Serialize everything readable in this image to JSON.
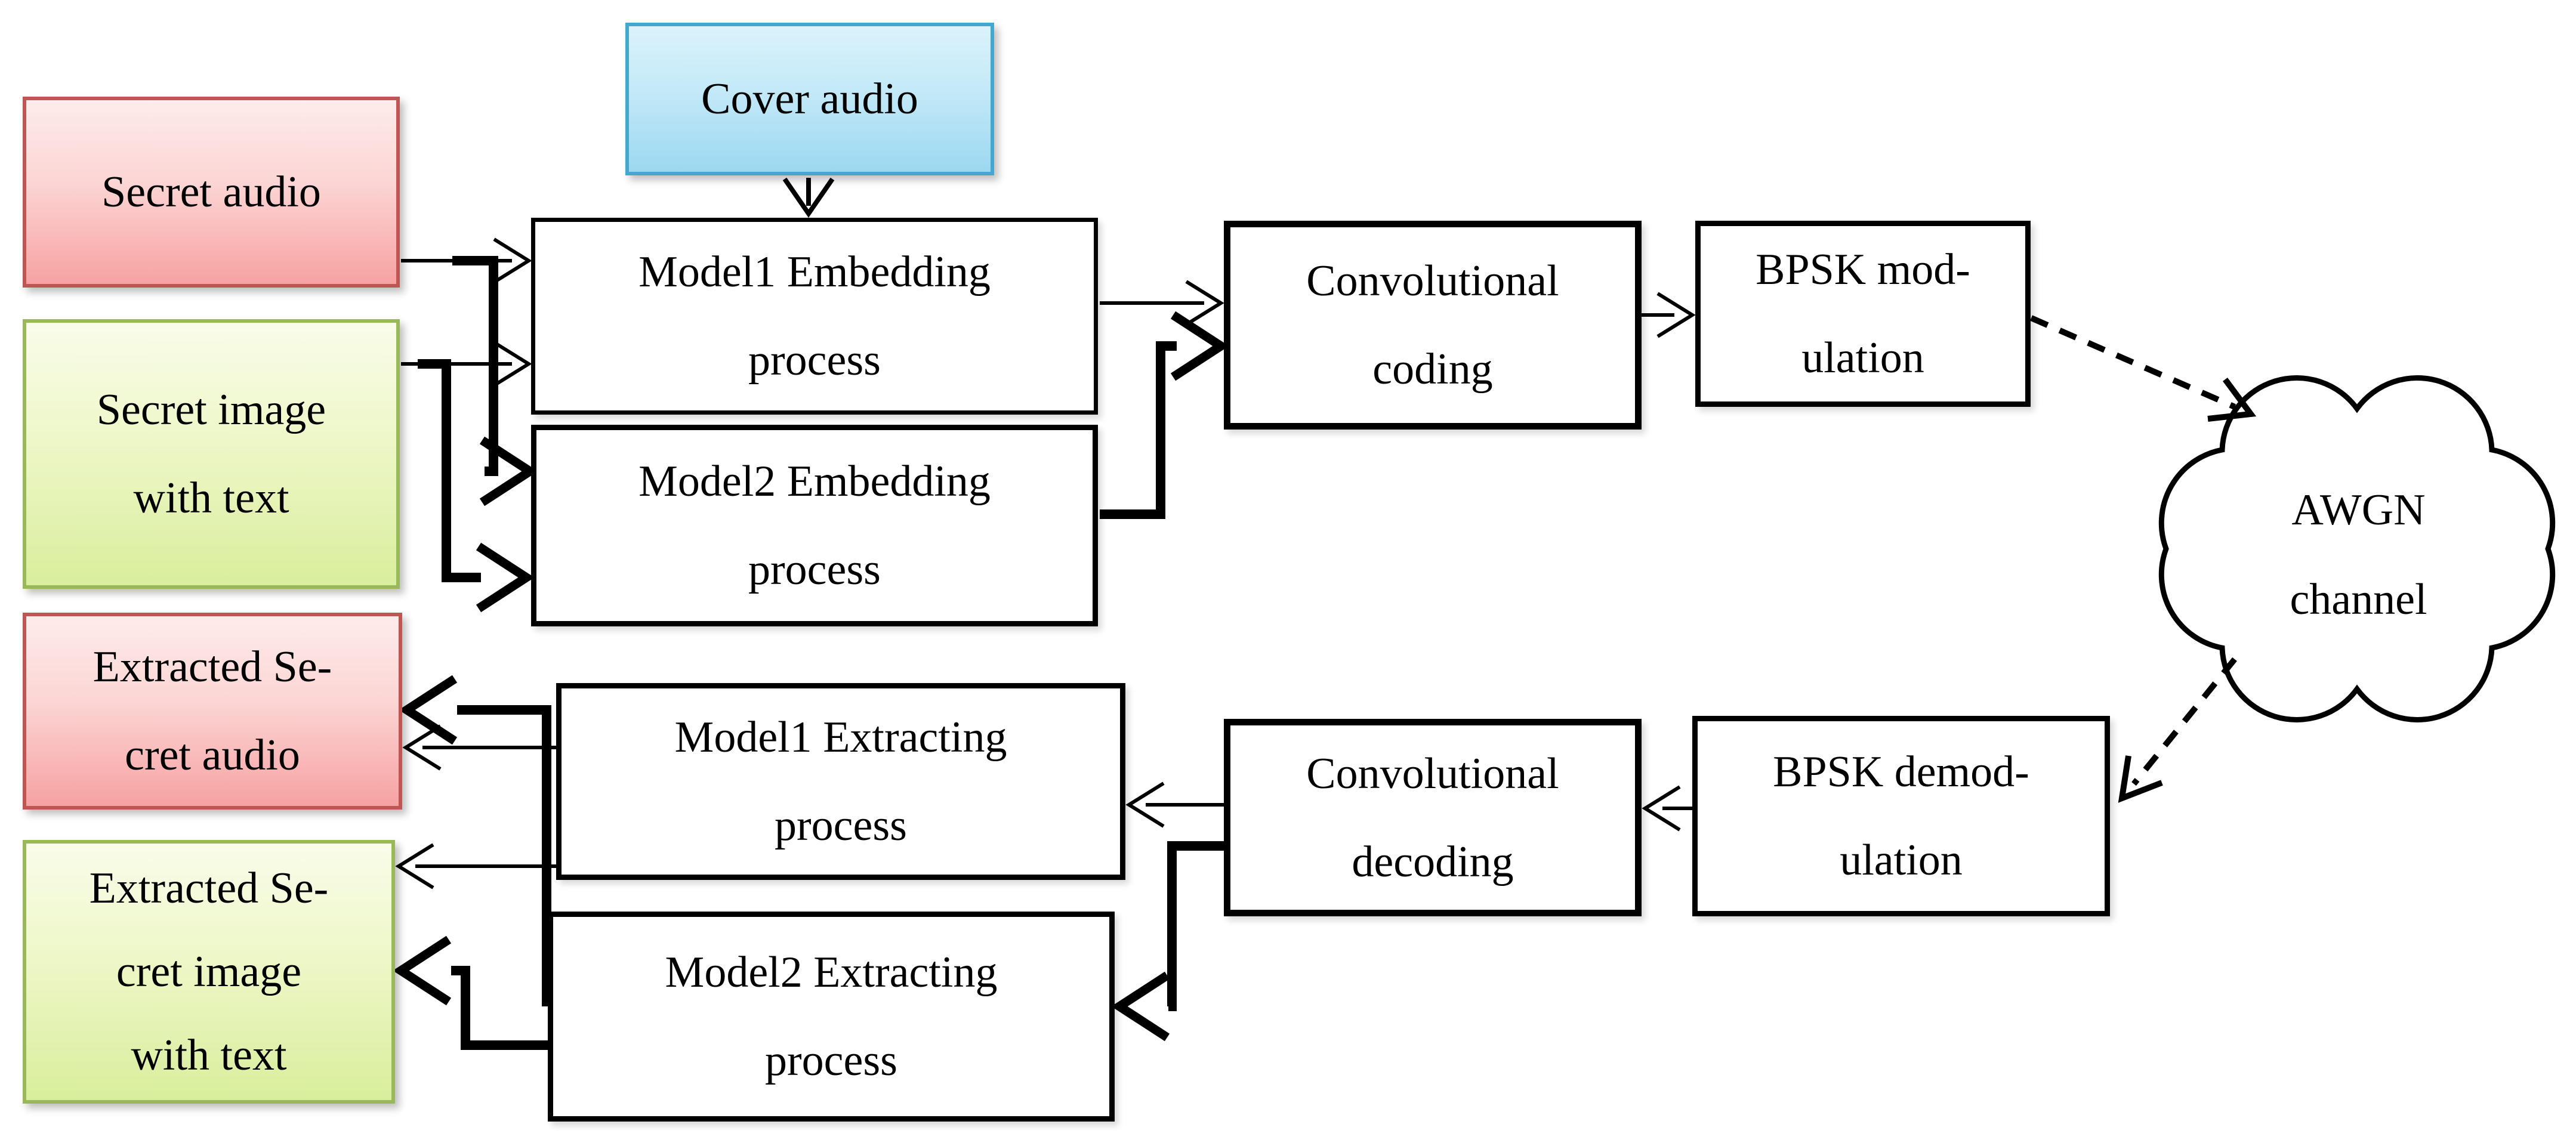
{
  "figure": {
    "type": "block-diagram",
    "title_semantic": "Audio steganography embedding/extraction system over AWGN channel"
  },
  "boxes": {
    "secret_audio": {
      "line1": "Secret audio"
    },
    "secret_image": {
      "line1": "Secret image",
      "line2": "with text"
    },
    "cover_audio": {
      "line1": "Cover audio"
    },
    "model1_embed": {
      "line1": "Model1 Embedding",
      "line2": "process"
    },
    "model2_embed": {
      "line1": "Model2 Embedding",
      "line2": "process"
    },
    "conv_coding": {
      "line1": "Convolutional",
      "line2": "coding"
    },
    "bpsk_mod": {
      "line1": "BPSK mod-",
      "line2": "ulation"
    },
    "awgn": {
      "line1": "AWGN",
      "line2": "channel"
    },
    "bpsk_demod": {
      "line1": "BPSK demod-",
      "line2": "ulation"
    },
    "conv_decoding": {
      "line1": "Convolutional",
      "line2": "decoding"
    },
    "model1_extract": {
      "line1": "Model1 Extracting",
      "line2": "process"
    },
    "model2_extract": {
      "line1": "Model2 Extracting",
      "line2": "process"
    },
    "extracted_audio": {
      "line1": "Extracted Se-",
      "line2": "cret audio"
    },
    "extracted_image": {
      "line1": "Extracted Se-",
      "line2": "cret image",
      "line3": "with text"
    }
  },
  "colors": {
    "pink_border": "#bf5654",
    "pink_fill_top": "#fdeceb",
    "pink_fill_bottom": "#f6a2a2",
    "green_border": "#9ab75a",
    "green_fill_top": "#f9fcea",
    "green_fill_bottom": "#d9ee9d",
    "cyan_border": "#46a7cd",
    "cyan_fill_top": "#dbf2fb",
    "cyan_fill_bottom": "#9cd8f0",
    "process_box_border": "#000000",
    "connector_color": "#000000",
    "background": "#ffffff"
  },
  "connectors": [
    {
      "name": "cover-to-model1",
      "style": "solid-medium"
    },
    {
      "name": "secret-audio-to-model1",
      "style": "solid-thin"
    },
    {
      "name": "secret-audio-to-model2",
      "style": "solid-thick"
    },
    {
      "name": "secret-image-to-model1",
      "style": "solid-thin"
    },
    {
      "name": "secret-image-to-model2",
      "style": "solid-thick"
    },
    {
      "name": "model1-embed-to-conv-coding",
      "style": "solid-thin"
    },
    {
      "name": "model2-embed-to-conv-coding",
      "style": "solid-thick"
    },
    {
      "name": "conv-coding-to-bpsk-mod",
      "style": "solid-thin"
    },
    {
      "name": "bpsk-mod-to-awgn",
      "style": "dashed"
    },
    {
      "name": "awgn-to-bpsk-demod",
      "style": "dashed"
    },
    {
      "name": "bpsk-demod-to-conv-decoding",
      "style": "solid-thin"
    },
    {
      "name": "conv-decoding-to-model1-extract",
      "style": "solid-thin"
    },
    {
      "name": "conv-decoding-to-model2-extract",
      "style": "solid-thick"
    },
    {
      "name": "model1-extract-to-extracted-audio",
      "style": "solid-thin"
    },
    {
      "name": "model1-extract-to-extracted-image",
      "style": "solid-thin"
    },
    {
      "name": "model2-extract-to-extracted-audio",
      "style": "solid-thick"
    },
    {
      "name": "model2-extract-to-extracted-image",
      "style": "solid-thick"
    }
  ]
}
